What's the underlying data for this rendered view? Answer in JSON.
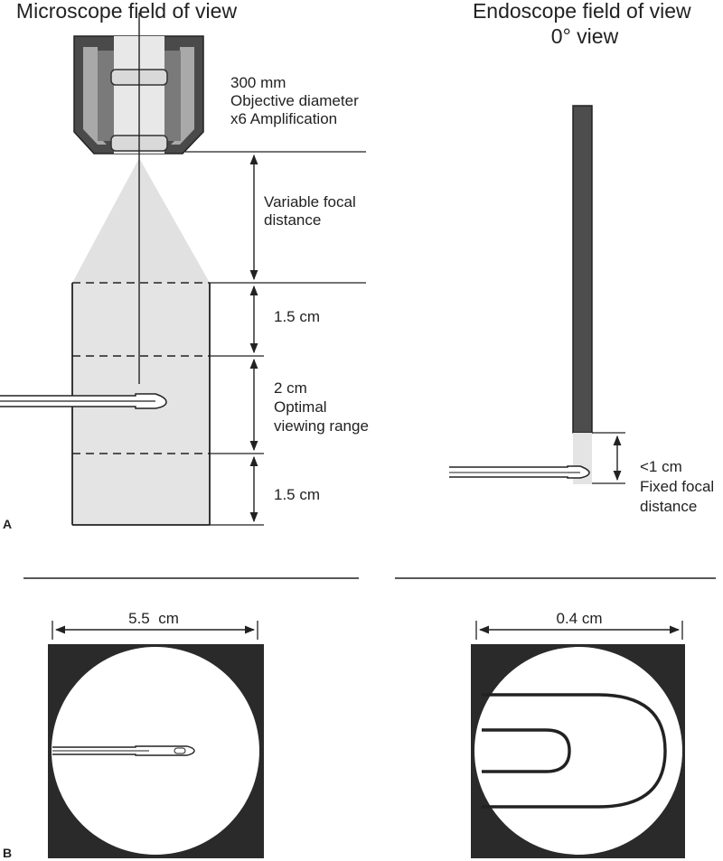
{
  "colors": {
    "ink": "#222222",
    "objective_body": "#4a4a4a",
    "objective_inner": "#a9a9a9",
    "field": "#e4e4e4",
    "light_cone": "#e1e1e1",
    "endoscope_shaft": "#4d4d4d",
    "view_mask": "#2a2a2a"
  },
  "panel_a": {
    "label": "A",
    "microscope": {
      "title": "Microscope field of view",
      "objective_lines": [
        "300 mm",
        "Objective diameter",
        "x6 Amplification"
      ],
      "focal_lines": [
        "Variable focal",
        "distance"
      ],
      "top_range": "1.5 cm",
      "optimal_lines": [
        "2 cm",
        "Optimal",
        "viewing range"
      ],
      "bottom_range": "1.5 cm"
    },
    "endoscope": {
      "title_lines": [
        "Endoscope field of view",
        "0° view"
      ],
      "focal_lines": [
        "<1 cm",
        "Fixed focal",
        "distance"
      ]
    }
  },
  "panel_b": {
    "label": "B",
    "microscope_width": "5.5  cm",
    "endoscope_width": "0.4 cm"
  }
}
